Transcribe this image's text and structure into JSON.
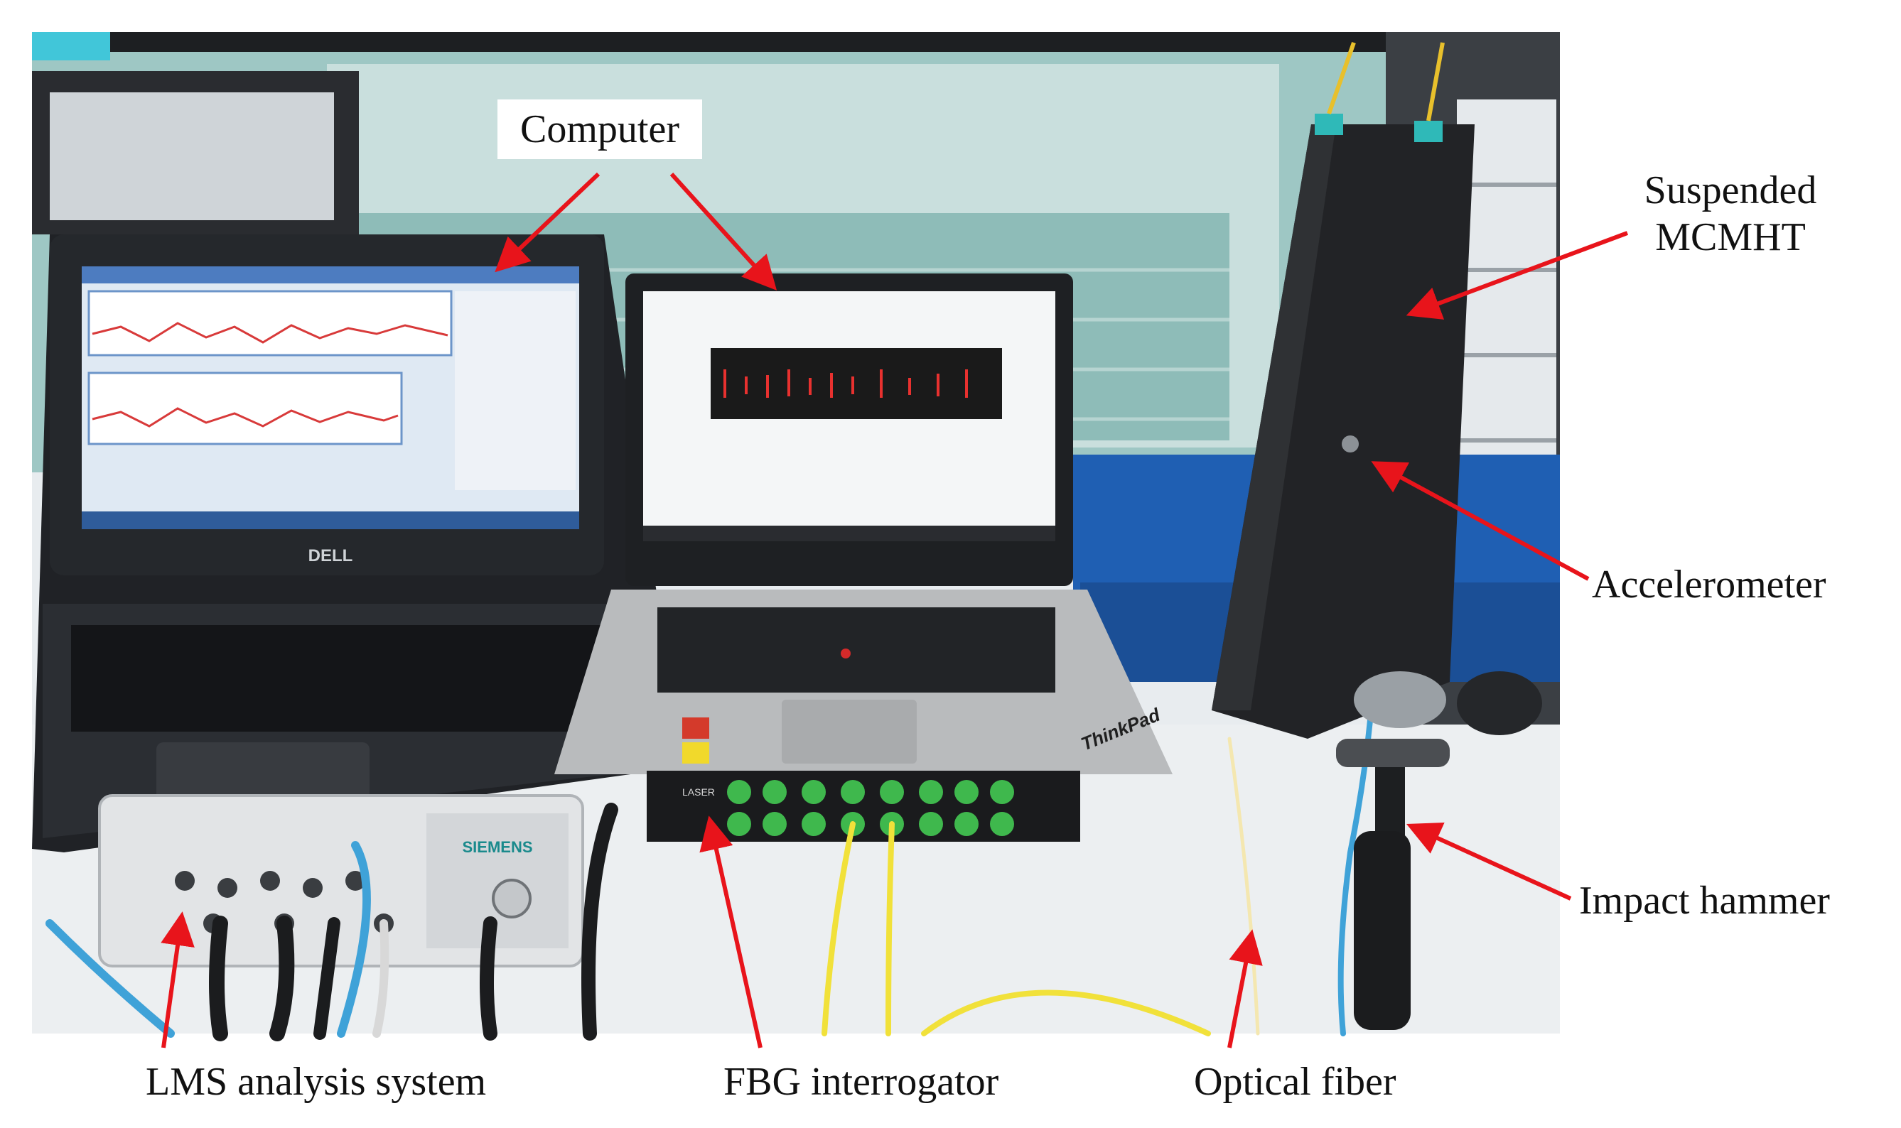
{
  "labels": {
    "computer": "Computer",
    "suspended_line1": "Suspended",
    "suspended_line2": "MCMHT",
    "accelerometer": "Accelerometer",
    "impact_hammer": "Impact hammer",
    "lms": "LMS analysis system",
    "fbg": "FBG interrogator",
    "optical_fiber": "Optical fiber"
  },
  "device_text": {
    "dell_logo": "DELL",
    "thinkpad_logo": "ThinkPad",
    "siemens_logo": "SIEMENS",
    "interrogator_label": "LASER"
  },
  "colors": {
    "arrow": "#e8141b",
    "background_wall": "#9ec7c4",
    "laptop_dark": "#202226",
    "laptop_silver": "#b9bbbd",
    "fiber_yellow": "#f1e13a",
    "cable_blue": "#3fa2d8",
    "connector_green": "#3fb84d",
    "table_blue": "#1f5fb3",
    "desk_white": "#eceff1"
  }
}
